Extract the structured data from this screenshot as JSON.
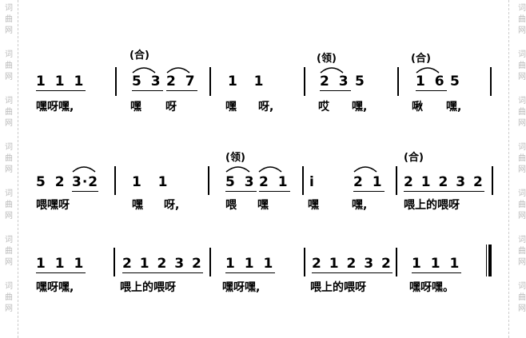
{
  "watermark": "词曲网",
  "rows": [
    {
      "labels": [
        "(合)",
        "(领)",
        "(合)"
      ],
      "notes": [
        "1 1 1",
        "5 3",
        "2 7",
        "1  1",
        "2 3",
        "5",
        "1 6",
        "5"
      ],
      "lyrics": [
        "嘿呀嘿,",
        "嘿",
        "呀",
        "嘿",
        "呀,",
        "哎",
        "嘿,",
        "啾",
        "嘿,"
      ]
    },
    {
      "labels": [
        "(领)",
        "(合)"
      ],
      "notes": [
        "5 2",
        "3·2",
        "1  1",
        "5 3",
        "2 1",
        "i",
        "2 1",
        "2 1 2 3 2"
      ],
      "lyrics": [
        "喂嘿呀",
        "嘿",
        "呀,",
        "喂",
        "嘿",
        "嘿",
        "嘿,",
        "喂上的喂呀"
      ]
    },
    {
      "labels": [],
      "notes": [
        "1 1 1",
        "2 1 2 3 2",
        "1 1 1",
        "2 1 2 3 2",
        "1 1 1"
      ],
      "lyrics": [
        "嘿呀嘿,",
        "喂上的喂呀",
        "嘿呀嘿,",
        "喂上的喂呀",
        "嘿呀嘿。"
      ]
    }
  ]
}
